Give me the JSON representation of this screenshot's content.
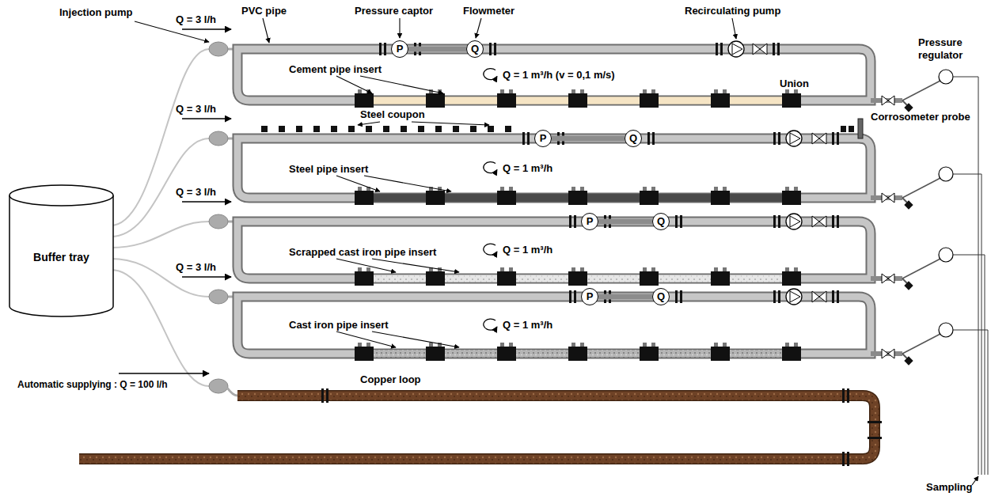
{
  "diagram": {
    "nodes": [
      {
        "text": [
          "Buffer tray"
        ]
      },
      {
        "text": [
          "P"
        ]
      },
      {
        "text": [
          "Q"
        ]
      },
      {
        "text": [
          "P"
        ]
      },
      {
        "text": [
          "Q"
        ]
      },
      {
        "text": [
          "P"
        ]
      },
      {
        "text": [
          "Q"
        ]
      },
      {
        "text": [
          "P"
        ]
      },
      {
        "text": [
          "Q"
        ]
      }
    ],
    "edges": [
      {
        "from": 1,
        "to": 2,
        "arrow": "none"
      },
      {
        "from": 3,
        "to": 4,
        "arrow": "none"
      },
      {
        "from": 5,
        "to": 6,
        "arrow": "none"
      },
      {
        "from": 7,
        "to": 8,
        "arrow": "none"
      }
    ],
    "labels": [
      "Injection pump",
      "Q = 3 l/h",
      "PVC pipe",
      "Pressure captor",
      "Flowmeter",
      "Recirculating pump",
      "Cement pipe insert",
      "Q = 1 m³/h (v = 0,1 m/s)",
      "Union",
      "Pressure regulator",
      "Q = 3 l/h",
      "Steel coupon",
      "Corrosometer probe",
      "Steel pipe insert",
      "Q = 1 m³/h",
      "Q = 3 l/h",
      "Scrapped cast iron pipe insert",
      "Q = 1 m³/h",
      "Q = 3 l/h",
      "Cast iron pipe insert",
      "Q = 1 m³/h",
      "Automatic supplying : Q = 100 l/h",
      "Copper loop",
      "Sampling"
    ]
  }
}
